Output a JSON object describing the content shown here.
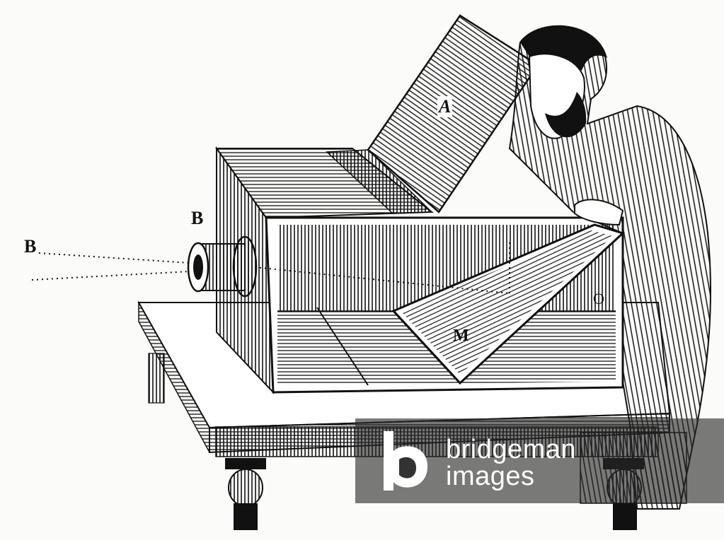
{
  "figure": {
    "labels": {
      "lens_label": "B",
      "ray_label": "B",
      "board_label": "A",
      "mirror_label": "M",
      "inner_label": "O"
    }
  },
  "watermark": {
    "line1": "bridgeman",
    "line2": "images"
  },
  "colors": {
    "ink": "#111111",
    "paper": "#fbfbfa",
    "watermark_bg": "#3a3a3a"
  }
}
